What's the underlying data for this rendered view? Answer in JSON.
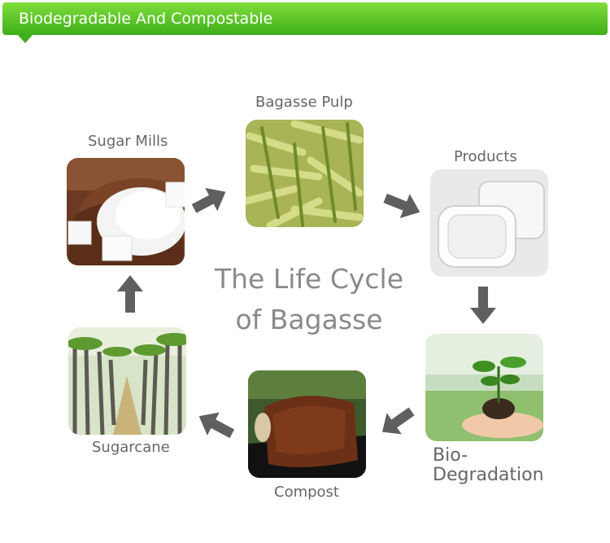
{
  "banner": {
    "title": "Biodegradable And Compostable"
  },
  "diagram": {
    "center_title_line1": "The Life Cycle",
    "center_title_line2": "of Bagasse",
    "stages": {
      "sugar_mills": "Sugar Mills",
      "bagasse_pulp": "Bagasse Pulp",
      "products": "Products",
      "bio_degradation_line1": "Bio-",
      "bio_degradation_line2": "Degradation",
      "compost": "Compost",
      "sugarcane": "Sugarcane"
    }
  },
  "colors": {
    "banner": "#4cbb22",
    "arrow": "#5f5f5f",
    "label": "#666666",
    "title": "#8a8a8a"
  }
}
